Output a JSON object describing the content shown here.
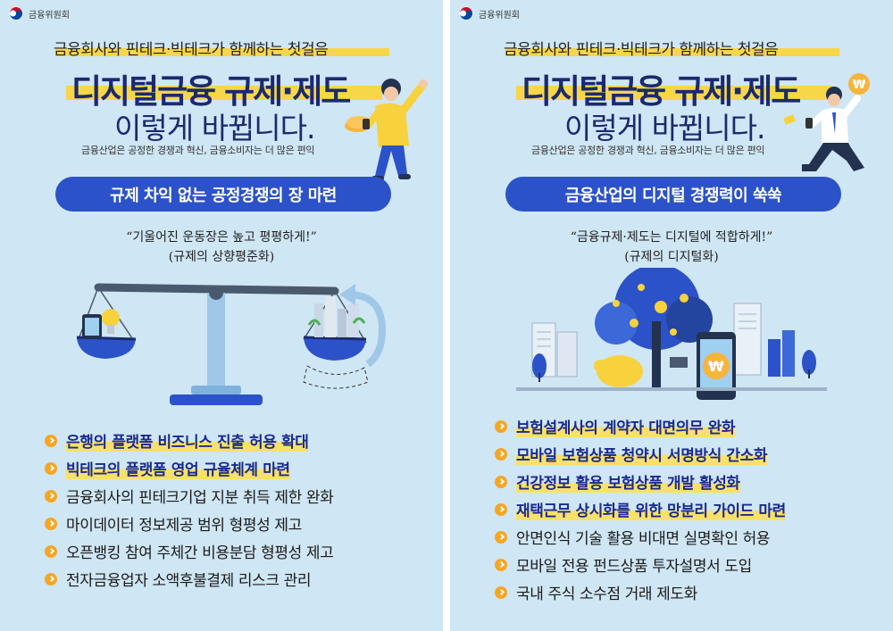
{
  "org_name": "금융위원회",
  "subtitle": "금융회사와 핀테크·빅테크가 함께하는 첫걸음",
  "title": "디지털금융 규제·제도",
  "title2": "이렇게 바뀝니다.",
  "description": "금융산업은 공정한 경쟁과 혁신, 금융소비자는 더 많은 편익",
  "colors": {
    "background": "#cfe6f4",
    "navy": "#1b2a6e",
    "pill": "#2c52c9",
    "highlight": "#f7d64a",
    "bullet": "#f6a623"
  },
  "panels": [
    {
      "heading": "규제 차익 없는 공정경쟁의 장 마련",
      "quote_line1": "“기울어진 운동장은 높고 평평하게!”",
      "quote_line2": "(규제의 상향평준화)",
      "illustration": "balance-scale",
      "items": [
        {
          "text": "은행의 플랫폼 비즈니스 진출 허용 확대",
          "highlight": true
        },
        {
          "text": "빅테크의 플랫폼 영업 규율체계 마련",
          "highlight": true
        },
        {
          "text": "금융회사의 핀테크기업 지분 취득 제한 완화",
          "highlight": false
        },
        {
          "text": "마이데이터 정보제공 범위 형평성 제고",
          "highlight": false
        },
        {
          "text": "오픈뱅킹 참여 주체간 비용분담 형평성 제고",
          "highlight": false
        },
        {
          "text": "전자금융업자 소액후불결제 리스크 관리",
          "highlight": false
        }
      ]
    },
    {
      "heading": "금융산업의 디지털 경쟁력이 쑥쑥",
      "quote_line1": "“금융규제·제도는 디지털에 적합하게!”",
      "quote_line2": "(규제의 디지털화)",
      "illustration": "money-tree",
      "items": [
        {
          "text": "보험설계사의 계약자 대면의무 완화",
          "highlight": true
        },
        {
          "text": "모바일 보험상품 청약시 서명방식 간소화",
          "highlight": true
        },
        {
          "text": "건강정보 활용 보험상품 개발 활성화",
          "highlight": true
        },
        {
          "text": "재택근무 상시화를 위한 망분리 가이드 마련",
          "highlight": true
        },
        {
          "text": "안면인식 기술 활용 비대면 실명확인 허용",
          "highlight": false
        },
        {
          "text": "모바일 전용 펀드상품 투자설명서 도입",
          "highlight": false
        },
        {
          "text": "국내 주식 소수점 거래 제도화",
          "highlight": false
        }
      ]
    }
  ]
}
